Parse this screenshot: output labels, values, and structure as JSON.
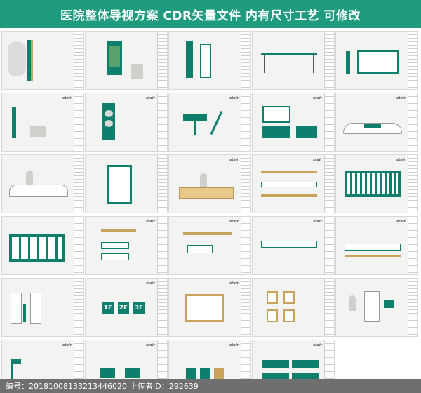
{
  "banner": {
    "title": "医院整体导视方案  CDR矢量文件  内有尺寸工艺  可修改"
  },
  "sheets": {
    "brand": "stair"
  },
  "signs": {
    "floor_1": "1F",
    "floor_2": "2F",
    "floor_3": "3F"
  },
  "footer": {
    "id_label": "编号：",
    "id_value": "20181008133213446020",
    "uploader_label": "上传者ID：",
    "uploader_value": "292639"
  },
  "colors": {
    "accent": "#1f9c80",
    "sign_green": "#0e7f6c",
    "sign_gold": "#c9a25b"
  }
}
